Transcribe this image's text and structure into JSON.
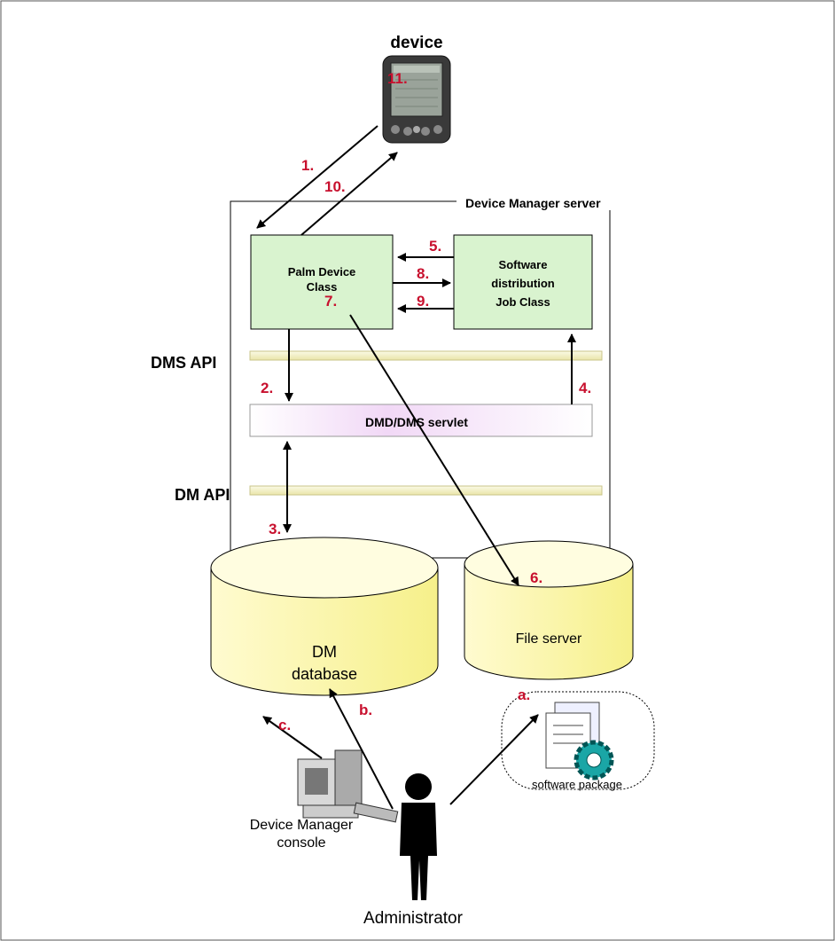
{
  "device_label": "device",
  "device_icon": "palm-device-icon",
  "server_label": "Device Manager server",
  "palm_class_line1": "Palm Device",
  "palm_class_line2": "Class",
  "swdist_line1": "Software",
  "swdist_line2": "distribution",
  "swdist_line3": "Job Class",
  "dms_api": "DMS API",
  "dm_api": "DM API",
  "servlet": "DMD/DMS servlet",
  "db_line1": "DM",
  "db_line2": "database",
  "file_server": "File server",
  "software_package": "software package",
  "console_line1": "Device Manager",
  "console_line2": "console",
  "administrator": "Administrator",
  "steps": {
    "s1": "1.",
    "s2": "2.",
    "s3": "3.",
    "s4": "4.",
    "s5": "5.",
    "s6": "6.",
    "s7": "7.",
    "s8": "8.",
    "s9": "9.",
    "s10": "10.",
    "s11": "11.",
    "a": "a.",
    "b": "b.",
    "c": "c."
  },
  "colors": {
    "step_red": "#c8102e",
    "class_box": "#d9f3cf",
    "cylinder": "#fbf7a8",
    "api_bar": "#f3f0c0",
    "servlet_tint": "#f1d8f6"
  }
}
